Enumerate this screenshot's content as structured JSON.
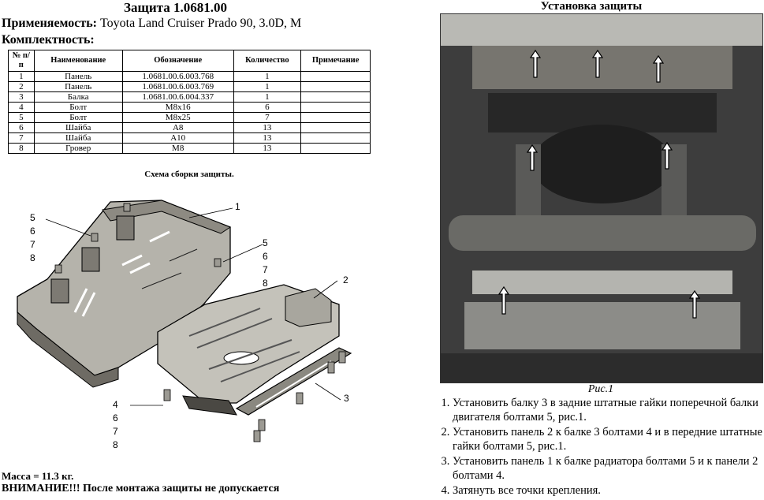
{
  "header": {
    "title": "Защита 1.0681.00",
    "applicability_label": "Применяемость:",
    "applicability_value": "Toyota Land Cruiser Prado 90, 3.0D, M",
    "kit_label": "Комплектность:"
  },
  "table": {
    "headers": [
      "№ п/п",
      "Наименование",
      "Обозначение",
      "Количество",
      "Примечание"
    ],
    "rows": [
      [
        "1",
        "Панель",
        "1.0681.00.6.003.768",
        "1",
        ""
      ],
      [
        "2",
        "Панель",
        "1.0681.00.6.003.769",
        "1",
        ""
      ],
      [
        "3",
        "Балка",
        "1.0681.00.6.004.337",
        "1",
        ""
      ],
      [
        "4",
        "Болт",
        "М8х16",
        "6",
        ""
      ],
      [
        "5",
        "Болт",
        "М8х25",
        "7",
        ""
      ],
      [
        "6",
        "Шайба",
        "А8",
        "13",
        ""
      ],
      [
        "7",
        "Шайба",
        "А10",
        "13",
        ""
      ],
      [
        "8",
        "Гровер",
        "М8",
        "13",
        ""
      ]
    ]
  },
  "diagram": {
    "caption": "Схема сборки защиты.",
    "callouts": {
      "left_group": [
        "5",
        "6",
        "7",
        "8"
      ],
      "right_group": [
        "5",
        "6",
        "7",
        "8"
      ],
      "bottom_group": [
        "4",
        "6",
        "7",
        "8"
      ],
      "part1": "1",
      "part2": "2",
      "part3": "3"
    }
  },
  "installation": {
    "title": "Установка защиты",
    "figure_caption": "Рис.1",
    "steps": [
      "Установить балку 3 в задние штатные гайки поперечной балки двигателя болтами 5, рис.1.",
      "Установить панель 2 к балке 3 болтами 4 и в передние штатные гайки болтами 5, рис.1.",
      "Установить панель 1 к балке радиатора болтами 5 и к панели 2 болтами 4.",
      "Затянуть все точки крепления."
    ]
  },
  "footer": {
    "mass": "Масса = 11.3 кг.",
    "warning": "ВНИМАНИЕ!!! После монтажа защиты не допускается"
  }
}
